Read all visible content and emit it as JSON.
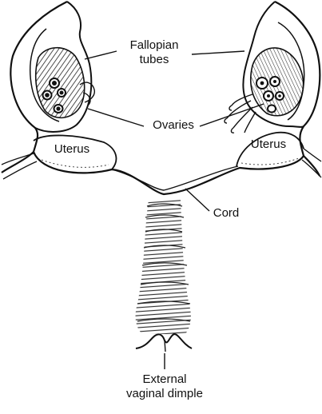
{
  "labels": {
    "fallopian_line1": "Fallopian",
    "fallopian_line2": "tubes",
    "ovaries": "Ovaries",
    "uterus_left": "Uterus",
    "uterus_right": "Uterus",
    "cord": "Cord",
    "vaginal_line1": "External",
    "vaginal_line2": "vaginal dimple"
  },
  "colors": {
    "ink": "#111111",
    "paper": "#ffffff"
  }
}
